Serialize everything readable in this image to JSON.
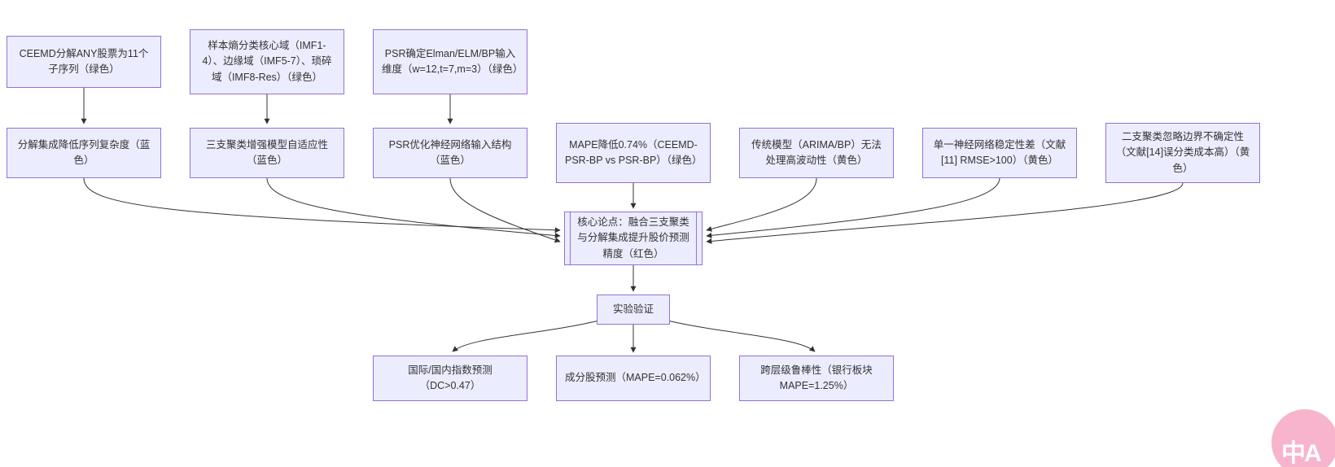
{
  "colors": {
    "background": "#ffffff",
    "node_fill": "#ECECFF",
    "node_border": "#9370DB",
    "node_text": "#333333",
    "edge": "#333333",
    "badge_pink": "#F8B4CC",
    "badge_text": "#ffffff"
  },
  "diagram": {
    "nodes": {
      "n1": {
        "label": "CEEMD分解ANY股票为11个子序列（绿色）"
      },
      "n2": {
        "label": "样本熵分类核心域（IMF1-4）、边缘域（IMF5-7）、琐碎域（IMF8-Res）（绿色）"
      },
      "n3": {
        "label": "PSR确定Elman/ELM/BP输入维度（w=12,t=7,m=3）（绿色）"
      },
      "n4": {
        "label": "分解集成降低序列复杂度（蓝色）"
      },
      "n5": {
        "label": "三支聚类增强模型自适应性（蓝色）"
      },
      "n6": {
        "label": "PSR优化神经网络输入结构（蓝色）"
      },
      "n7": {
        "label": "MAPE降低0.74%（CEEMD-PSR-BP vs PSR-BP）（绿色）"
      },
      "n8": {
        "label": "传统模型（ARIMA/BP）无法处理高波动性（黄色）"
      },
      "n9": {
        "label": "单一神经网络稳定性差（文献[11] RMSE>100）（黄色）"
      },
      "n10": {
        "label": "二支聚类忽略边界不确定性（文献[14]误分类成本高）（黄色）"
      },
      "core": {
        "label": "核心论点：融合三支聚类与分解集成提升股价预测精度（红色）"
      },
      "exp": {
        "label": "实验验证"
      },
      "b1": {
        "label": "国际/国内指数预测（DC>0.47）"
      },
      "b2": {
        "label": "成分股预测（MAPE=0.062%）"
      },
      "b3": {
        "label": "跨层级鲁棒性（银行板块 MAPE=1.25%）"
      }
    },
    "edges": [
      {
        "from": "n1",
        "to": "n4"
      },
      {
        "from": "n2",
        "to": "n5"
      },
      {
        "from": "n3",
        "to": "n6"
      },
      {
        "from": "n4",
        "to": "core"
      },
      {
        "from": "n5",
        "to": "core"
      },
      {
        "from": "n6",
        "to": "core"
      },
      {
        "from": "n7",
        "to": "core"
      },
      {
        "from": "n8",
        "to": "core"
      },
      {
        "from": "n9",
        "to": "core"
      },
      {
        "from": "n10",
        "to": "core"
      },
      {
        "from": "core",
        "to": "exp"
      },
      {
        "from": "exp",
        "to": "b1"
      },
      {
        "from": "exp",
        "to": "b2"
      },
      {
        "from": "exp",
        "to": "b3"
      }
    ]
  },
  "floating_badge": {
    "label": "中A"
  }
}
